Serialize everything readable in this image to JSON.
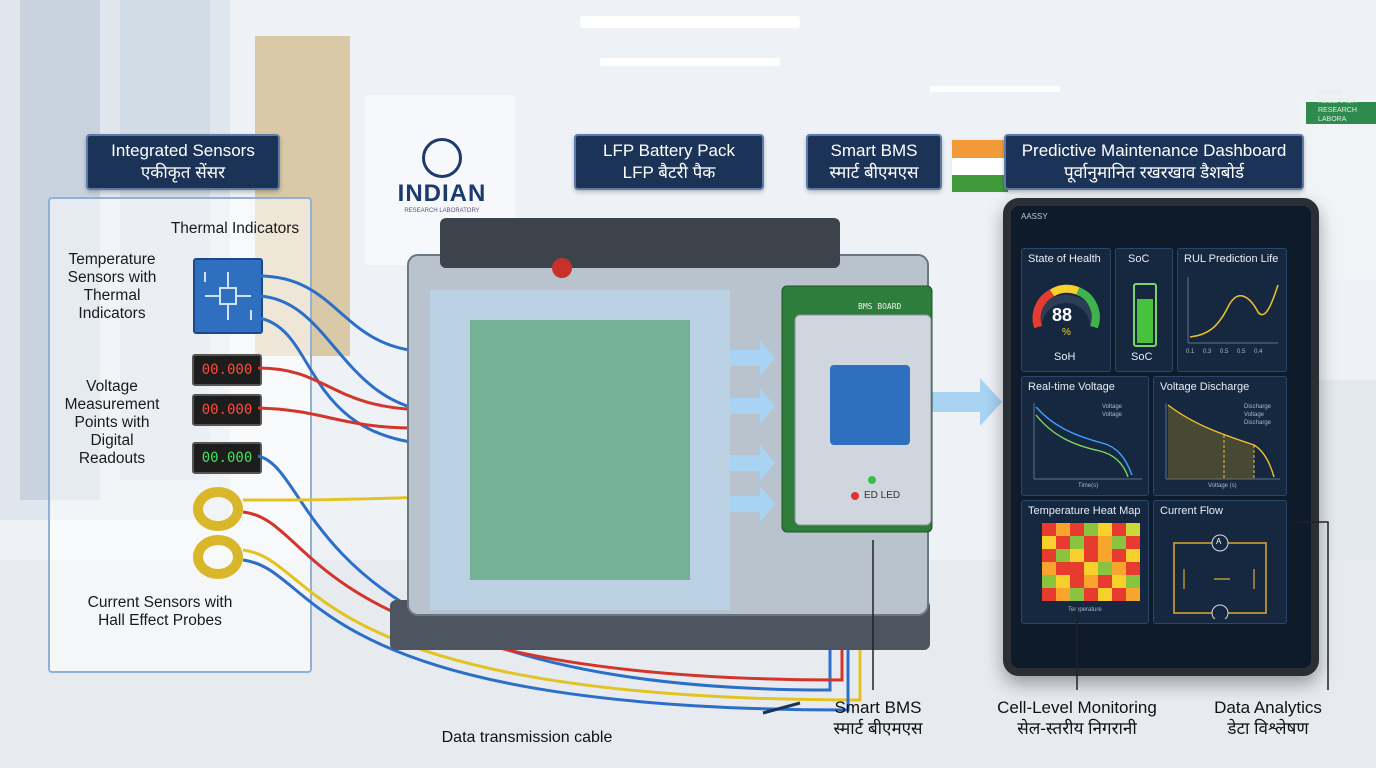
{
  "headers": {
    "integrated_sensors": {
      "en": "Integrated Sensors",
      "hi": "एकीकृत सेंसर"
    },
    "battery_pack": {
      "en": "LFP Battery Pack",
      "hi": "LFP बैटरी पैक"
    },
    "smart_bms": {
      "en": "Smart BMS",
      "hi": "स्मार्ट बीएमएस"
    },
    "dashboard": {
      "en": "Predictive Maintenance Dashboard",
      "hi": "पूर्वानुमानित रखरखाव डैशबोर्ड"
    }
  },
  "sensors": {
    "thermal_indicators": "Thermal Indicators",
    "temperature": [
      "Temperature",
      "Sensors with",
      "Thermal",
      "Indicators"
    ],
    "voltage": [
      "Voltage",
      "Measurement",
      "Points with",
      "Digital",
      "Readouts"
    ],
    "current": [
      "Current Sensors with",
      "Hall Effect Probes"
    ],
    "readouts": [
      "00.000",
      "00.000",
      "00.000"
    ]
  },
  "background": {
    "indian_logo": "INDIAN",
    "indian_sub": "RESEARCH LABORATORY",
    "right_sign": [
      "INDIAN RESEARCH",
      "RESEARCH LABORA"
    ]
  },
  "bms_board": {
    "label": "BMS BOARD",
    "led_label": "ED LED"
  },
  "dashboard": {
    "status_bar": "AASSY",
    "soh": {
      "title": "State of Health",
      "value": "88",
      "unit": "%",
      "label": "SoH"
    },
    "soc": {
      "title": "SoC",
      "label": "SoC"
    },
    "rul": {
      "title": "RUL Prediction Life",
      "ticks": [
        "0.1",
        "0.3",
        "0.5",
        "0.5",
        "0.4"
      ]
    },
    "realtime_voltage": {
      "title": "Real-time Voltage",
      "legend": [
        "Voltage",
        "Voltage"
      ],
      "xlabel": "Time(s)"
    },
    "voltage_discharge": {
      "title": "Voltage Discharge",
      "legend": [
        "Discharge",
        "Voltage",
        "Discharge"
      ],
      "xlabel": "Voltage (s)"
    },
    "heat_map": {
      "title": "Temperature Heat Map",
      "xlabel": "Temperature"
    },
    "current_flow": {
      "title": "Current Flow",
      "meter": "A"
    }
  },
  "bottom_labels": {
    "cable": "Data transmission cable",
    "bms": {
      "en": "Smart BMS",
      "hi": "स्मार्ट बीएमएस"
    },
    "cell_monitoring": {
      "en": "Cell-Level Monitoring",
      "hi": "सेल-स्तरीय निगरानी"
    },
    "analytics": {
      "en": "Data Analytics",
      "hi": "डेटा विश्लेषण"
    }
  },
  "heat_map_colors": [
    "#e63b2e",
    "#f7a52c",
    "#e63b2e",
    "#8ac43f",
    "#f7d02c",
    "#e63b2e",
    "#c9d93a",
    "#f7d02c",
    "#e63b2e",
    "#8ac43f",
    "#e63b2e",
    "#f7a52c",
    "#8ac43f",
    "#e63b2e",
    "#e63b2e",
    "#8ac43f",
    "#f7d02c",
    "#e63b2e",
    "#f7a52c",
    "#e63b2e",
    "#f7d02c",
    "#f7a52c",
    "#e63b2e",
    "#e63b2e",
    "#f7d02c",
    "#8ac43f",
    "#f7a52c",
    "#e63b2e",
    "#8ac43f",
    "#f7d02c",
    "#e63b2e",
    "#f7a52c",
    "#e63b2e",
    "#f7d02c",
    "#8ac43f",
    "#e63b2e",
    "#f7a52c",
    "#8ac43f",
    "#e63b2e",
    "#f7d02c",
    "#e63b2e",
    "#f7a52c"
  ],
  "colors": {
    "navy": "#1c3358",
    "wire_red": "#d4352a",
    "wire_blue": "#2c6fc9",
    "wire_yellow": "#e2c322",
    "pcb_green": "#2e7d3a"
  }
}
